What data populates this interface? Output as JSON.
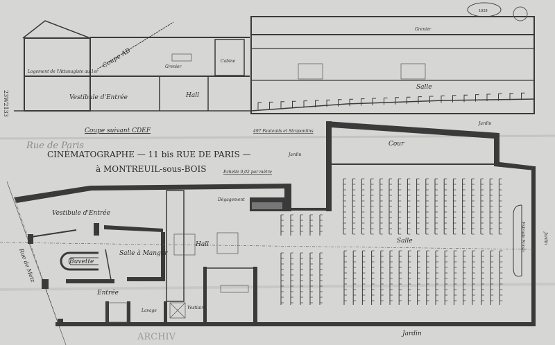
{
  "drawing": {
    "margin_reference": "23W2133",
    "watermark": "ARCHIV",
    "handwritten_note": "Rue de Paris",
    "title_line1": "CINÉMATOGRAPHE — 11 bis RUE DE PARIS —",
    "title_line2": "à MONTREUIL-sous-BOIS",
    "scale_note": "Echelle 0,02 par mètre",
    "capacity_note": "497 Fauteuils et Strapontins",
    "stamp_year": "1928"
  },
  "section": {
    "caption": "Coupe suivant CDEF",
    "labels": {
      "lodging": "Logement de l'Attanagiste au 1er",
      "cut": "Coupe AB",
      "attic_left": "Grenier",
      "attic_right": "Grenier",
      "booth": "Cabine",
      "vestibule": "Vestibule d'Entrée",
      "hall": "Hall",
      "hall_room": "Salle",
      "garden": "Jardin"
    }
  },
  "plan": {
    "labels": {
      "street": "Rue de Metz",
      "vestibule": "Vestibule d'Entrée",
      "clearance": "Dégagement",
      "dining": "Salle à Manger",
      "bar": "Buvette",
      "hall": "Hall",
      "entrance": "Entrée",
      "washroom": "Lavage",
      "cloakroom": "Vestiaire",
      "courtyard": "Cour",
      "garden_top": "Jardin",
      "garden_bottom": "Jardin",
      "garden_right": "Jardin",
      "auditorium": "Salle",
      "stage": "Estrade Ecran"
    }
  },
  "colors": {
    "paper": "#d6d6d4",
    "ink": "#3a3a3a"
  }
}
